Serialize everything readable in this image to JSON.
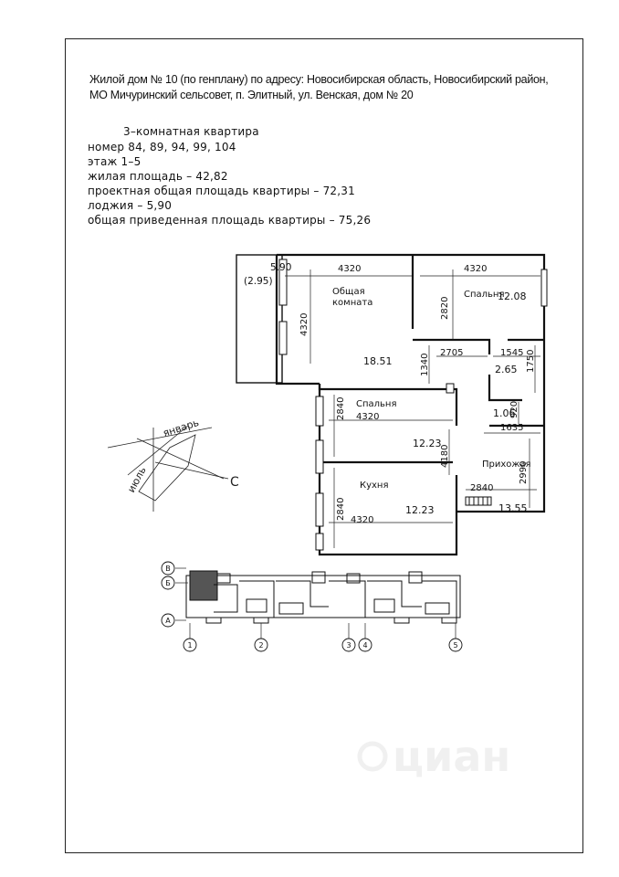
{
  "header": {
    "line1": "Жилой  дом  № 10 (по генплану) по адресу: Новосибирская область, Новосибирский район,",
    "line2": "МО Мичуринский сельсовет, п. Элитный, ул. Венская, дом № 20"
  },
  "info": {
    "title": "3–комнатная  квартира",
    "numbers": "номер 84,  89,  94,  99,  104",
    "floors": "этаж 1–5",
    "living_area": "жилая площадь – 42,82",
    "total_area": "проектная общая площадь квартиры – 72,31",
    "loggia": "лоджия – 5,90",
    "reduced_area": "общая приведенная площадь квартиры – 75,26"
  },
  "plan": {
    "loggia_area": "5.90",
    "loggia_reduced": "(2.95)",
    "living_room_name_1": "Общая",
    "living_room_name_2": "комната",
    "living_room_area": "18.51",
    "bedroom1_name": "Спальня",
    "bedroom1_area": "12.08",
    "bedroom2_name": "Спальня",
    "bedroom2_area": "12.23",
    "kitchen_name": "Кухня",
    "kitchen_area": "12.23",
    "hallway_name": "Прихожая",
    "hallway_area": "13.55",
    "bath_area": "2.65",
    "wc_area": "1.06",
    "dim_4320_a": "4320",
    "dim_4320_b": "4320",
    "dim_4320_c": "4320",
    "dim_4320_d": "4320",
    "dim_4320_v": "4320",
    "dim_2820": "2820",
    "dim_1340": "1340",
    "dim_2705": "2705",
    "dim_1545": "1545",
    "dim_1750": "1750",
    "dim_920": "920",
    "dim_1635": "1635",
    "dim_2840_a": "2840",
    "dim_2840_b": "2840",
    "dim_2840_c": "2840",
    "dim_4180": "4180",
    "dim_2990": "2990"
  },
  "compass": {
    "january": "январь",
    "june": "июль",
    "north": "С"
  },
  "axes": {
    "row_v": "В",
    "row_b": "Б",
    "row_a": "А",
    "col_1": "1",
    "col_2": "2",
    "col_3": "3",
    "col_4": "4",
    "col_5": "5"
  },
  "watermark": "циан"
}
